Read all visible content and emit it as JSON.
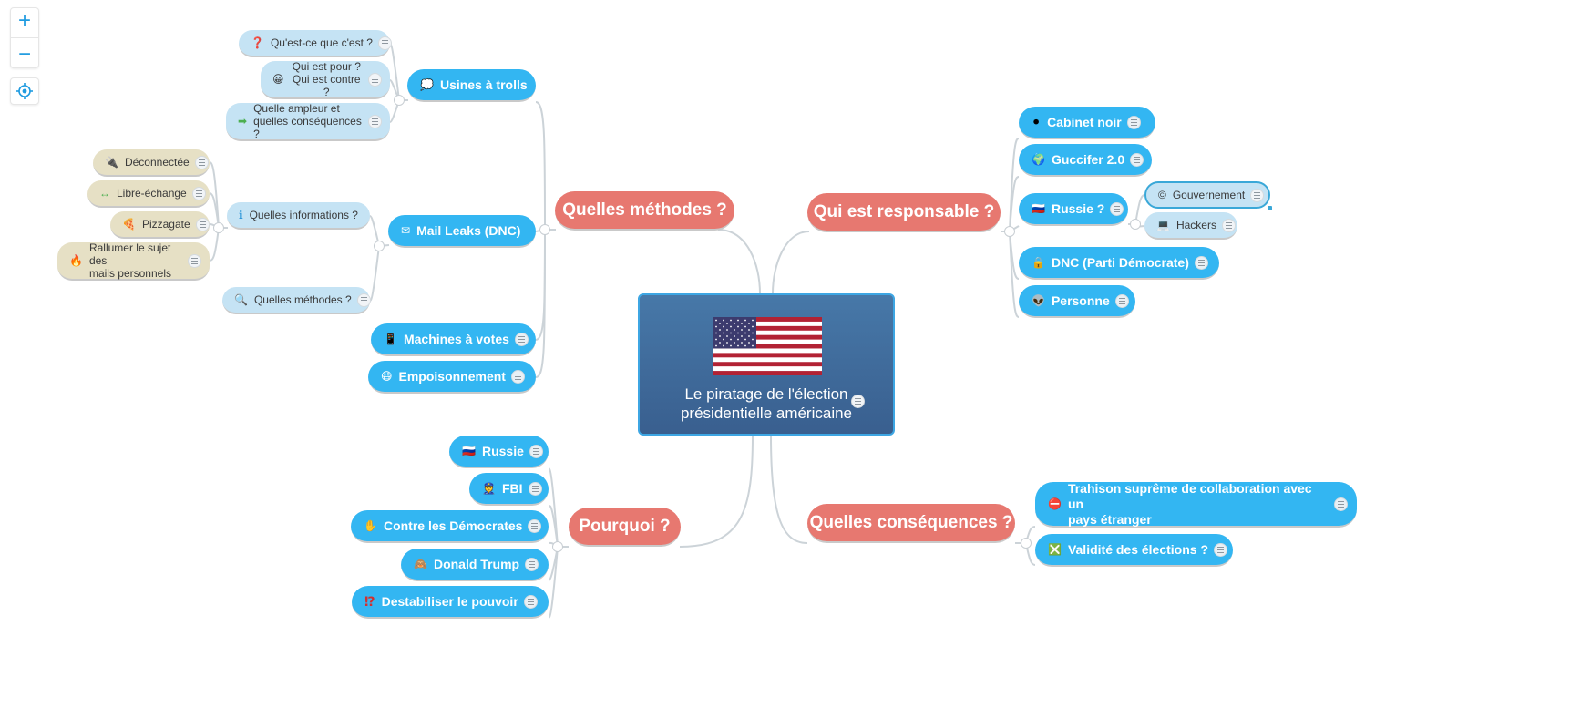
{
  "center": {
    "title": "Le piratage de l'élection\nprésidentielle américaine",
    "flag_icon": "usa-flag"
  },
  "zoom": {
    "zoom_in": "+",
    "zoom_out": "−"
  },
  "branches": {
    "methodes": {
      "label": "Quelles méthodes ?",
      "trolls": {
        "icon": "💭",
        "label": "Usines à trolls",
        "children": [
          {
            "icon": "❓",
            "label": "Qu'est-ce que c'est ?"
          },
          {
            "icon": "😀",
            "label": "Qui est pour ?\nQui est contre ?"
          },
          {
            "icon": "➡",
            "label": "Quelle ampleur et\nquelles conséquences ?"
          }
        ]
      },
      "mail": {
        "icon": "✉",
        "label": "Mail Leaks (DNC)",
        "infos": {
          "icon": "ℹ",
          "label": "Quelles informations ?",
          "children": [
            {
              "icon": "🔌",
              "label": "Déconnectée"
            },
            {
              "icon": "↔",
              "label": "Libre-échange"
            },
            {
              "icon": "🍕",
              "label": "Pizzagate"
            },
            {
              "icon": "🔥",
              "label": "Rallumer le sujet des\nmails personnels"
            }
          ]
        },
        "methods": {
          "icon": "🔍",
          "label": "Quelles méthodes ?"
        }
      },
      "machines": {
        "icon": "📱",
        "label": "Machines à votes"
      },
      "poison": {
        "icon": "😷",
        "label": "Empoisonnement"
      }
    },
    "responsable": {
      "label": "Qui est responsable ?",
      "items": [
        {
          "icon": "⚫",
          "label": "Cabinet noir"
        },
        {
          "icon": "🌍",
          "label": "Guccifer 2.0"
        },
        {
          "icon": "🇷🇺",
          "label": "Russie ?"
        },
        {
          "icon": "🔒",
          "label": "DNC (Parti Démocrate)"
        },
        {
          "icon": "👽",
          "label": "Personne"
        }
      ],
      "russie_children": [
        {
          "icon": "©",
          "label": "Gouvernement"
        },
        {
          "icon": "💻",
          "label": "Hackers"
        }
      ]
    },
    "pourquoi": {
      "label": "Pourquoi ?",
      "items": [
        {
          "icon": "🇷🇺",
          "label": "Russie"
        },
        {
          "icon": "👮",
          "label": "FBI"
        },
        {
          "icon": "✋",
          "label": "Contre les Démocrates"
        },
        {
          "icon": "🙈",
          "label": "Donald Trump"
        },
        {
          "icon": "⁉",
          "label": "Destabiliser le pouvoir"
        }
      ]
    },
    "consequences": {
      "label": "Quelles conséquences ?",
      "items": [
        {
          "icon": "⛔",
          "label": "Trahison suprême de collaboration avec un\npays étranger"
        },
        {
          "icon": "❎",
          "label": "Validité des élections ?"
        }
      ]
    }
  }
}
